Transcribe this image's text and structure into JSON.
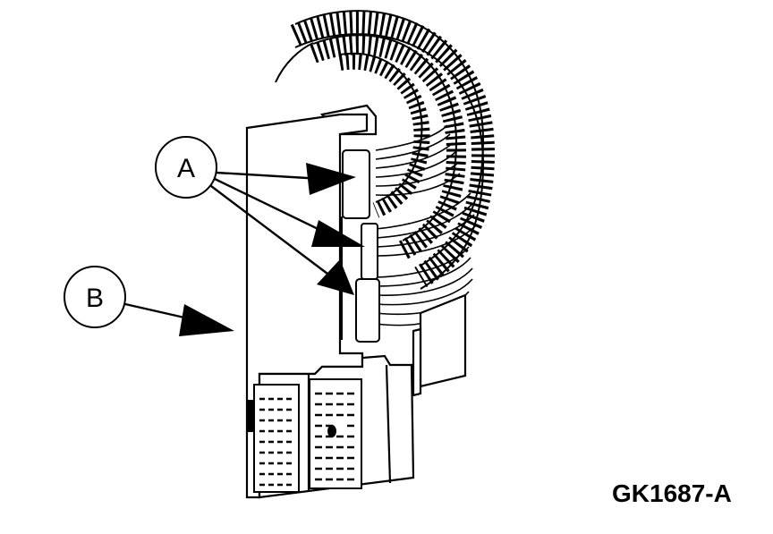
{
  "callouts": {
    "a": "A",
    "b": "B"
  },
  "figure_id": "GK1687-A",
  "colors": {
    "ink": "#000000",
    "paper": "#ffffff"
  }
}
